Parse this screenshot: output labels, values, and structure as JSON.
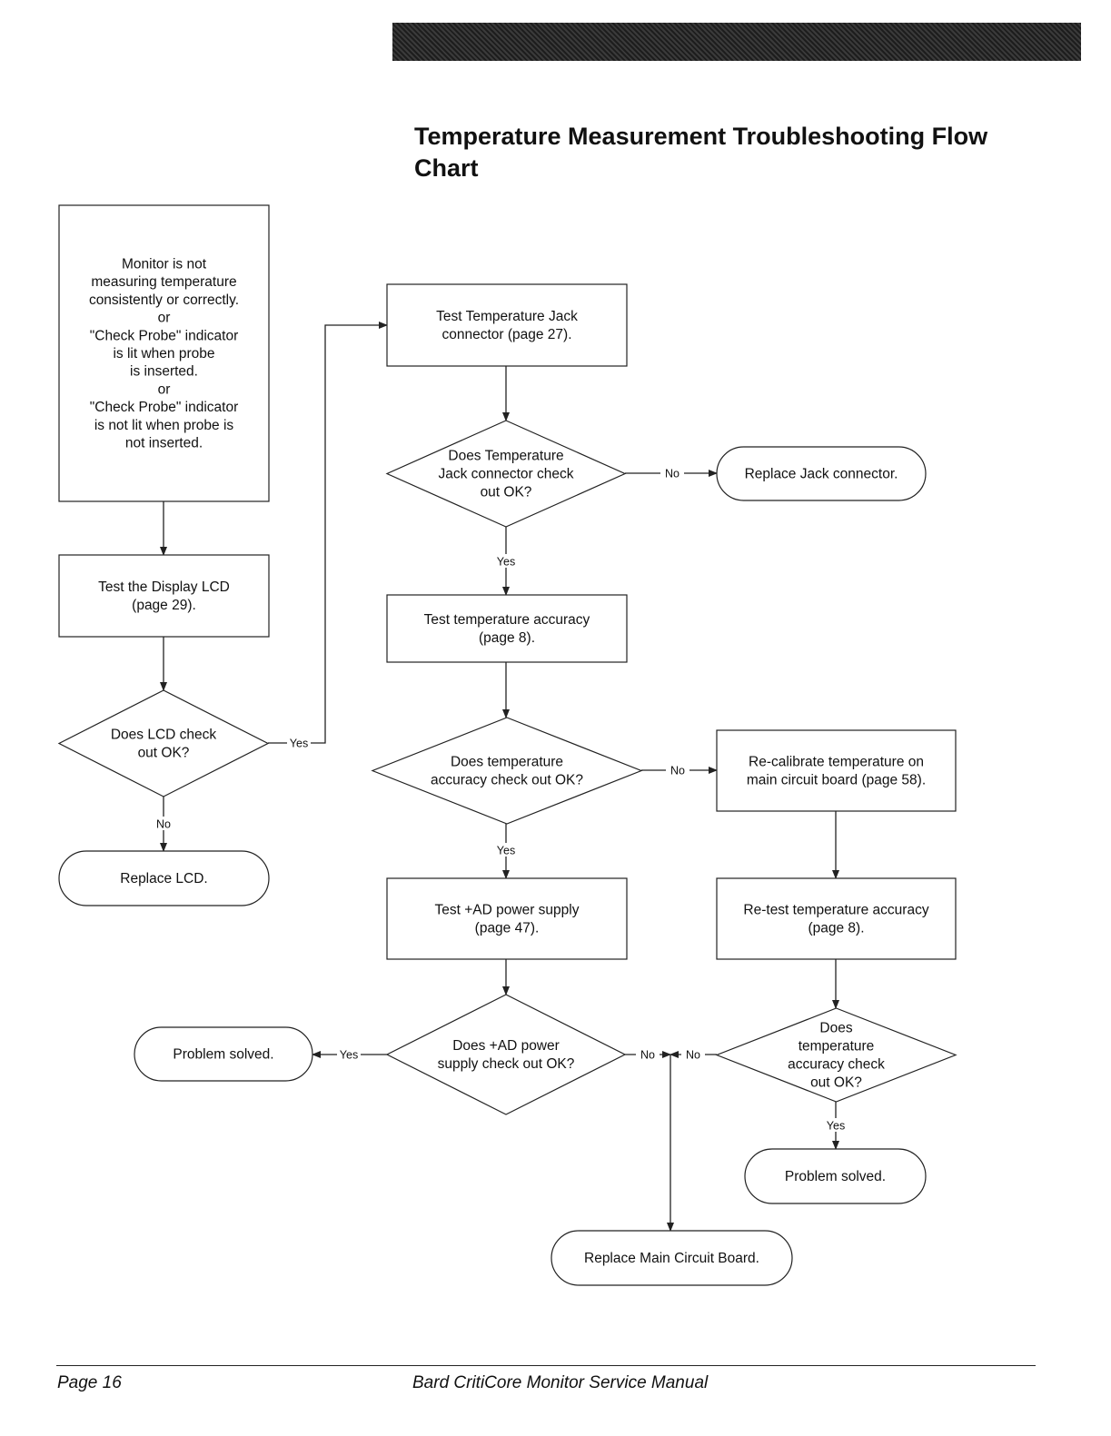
{
  "title": "Temperature Measurement Troubleshooting Flow Chart",
  "footer": {
    "page": "Page 16",
    "manual": "Bard CritiCore Monitor Service Manual"
  },
  "edge_labels": {
    "yes": "Yes",
    "no": "No"
  },
  "nodes": {
    "start": {
      "shape": "rectangle",
      "lines": [
        "Monitor is not",
        "measuring temperature",
        "consistently or correctly.",
        "or",
        "\"Check Probe\" indicator",
        "is lit when probe",
        "is inserted.",
        "or",
        "\"Check Probe\" indicator",
        "is not lit when probe is",
        "not inserted."
      ]
    },
    "test_lcd": {
      "shape": "rectangle",
      "lines": [
        "Test the Display LCD",
        "(page 29)."
      ]
    },
    "q_lcd": {
      "shape": "diamond",
      "lines": [
        "Does LCD check",
        "out OK?"
      ]
    },
    "replace_lcd": {
      "shape": "terminal",
      "lines": [
        "Replace LCD."
      ]
    },
    "test_jack": {
      "shape": "rectangle",
      "lines": [
        "Test Temperature Jack",
        "connector (page 27)."
      ]
    },
    "q_jack": {
      "shape": "diamond",
      "lines": [
        "Does Temperature",
        "Jack connector check",
        "out OK?"
      ]
    },
    "replace_jack": {
      "shape": "terminal",
      "lines": [
        "Replace Jack connector."
      ]
    },
    "test_accuracy": {
      "shape": "rectangle",
      "lines": [
        "Test temperature accuracy",
        "(page 8)."
      ]
    },
    "q_accuracy": {
      "shape": "diamond",
      "lines": [
        "Does temperature",
        "accuracy check out OK?"
      ]
    },
    "recalibrate": {
      "shape": "rectangle",
      "lines": [
        "Re-calibrate temperature on",
        "main circuit board (page 58)."
      ]
    },
    "test_ad": {
      "shape": "rectangle",
      "lines": [
        "Test +AD power supply",
        "(page 47)."
      ]
    },
    "retest": {
      "shape": "rectangle",
      "lines": [
        "Re-test temperature accuracy",
        "(page 8)."
      ]
    },
    "q_ad": {
      "shape": "diamond",
      "lines": [
        "Does +AD power",
        "supply check out OK?"
      ]
    },
    "solved_left": {
      "shape": "terminal",
      "lines": [
        "Problem solved."
      ]
    },
    "q_retest": {
      "shape": "diamond",
      "lines": [
        "Does",
        "temperature",
        "accuracy check",
        "out OK?"
      ]
    },
    "solved_right": {
      "shape": "terminal",
      "lines": [
        "Problem solved."
      ]
    },
    "replace_board": {
      "shape": "terminal",
      "lines": [
        "Replace Main Circuit Board."
      ]
    }
  },
  "edges": [
    {
      "from": "start",
      "to": "test_lcd",
      "label": ""
    },
    {
      "from": "test_lcd",
      "to": "q_lcd",
      "label": ""
    },
    {
      "from": "q_lcd",
      "to": "test_jack",
      "label": "Yes"
    },
    {
      "from": "q_lcd",
      "to": "replace_lcd",
      "label": "No"
    },
    {
      "from": "test_jack",
      "to": "q_jack",
      "label": ""
    },
    {
      "from": "q_jack",
      "to": "replace_jack",
      "label": "No"
    },
    {
      "from": "q_jack",
      "to": "test_accuracy",
      "label": "Yes"
    },
    {
      "from": "test_accuracy",
      "to": "q_accuracy",
      "label": ""
    },
    {
      "from": "q_accuracy",
      "to": "recalibrate",
      "label": "No"
    },
    {
      "from": "q_accuracy",
      "to": "test_ad",
      "label": "Yes"
    },
    {
      "from": "recalibrate",
      "to": "retest",
      "label": ""
    },
    {
      "from": "test_ad",
      "to": "q_ad",
      "label": ""
    },
    {
      "from": "retest",
      "to": "q_retest",
      "label": ""
    },
    {
      "from": "q_ad",
      "to": "solved_left",
      "label": "Yes"
    },
    {
      "from": "q_ad",
      "to": "replace_board",
      "label": "No"
    },
    {
      "from": "q_retest",
      "to": "replace_board",
      "label": "No"
    },
    {
      "from": "q_retest",
      "to": "solved_right",
      "label": "Yes"
    }
  ]
}
